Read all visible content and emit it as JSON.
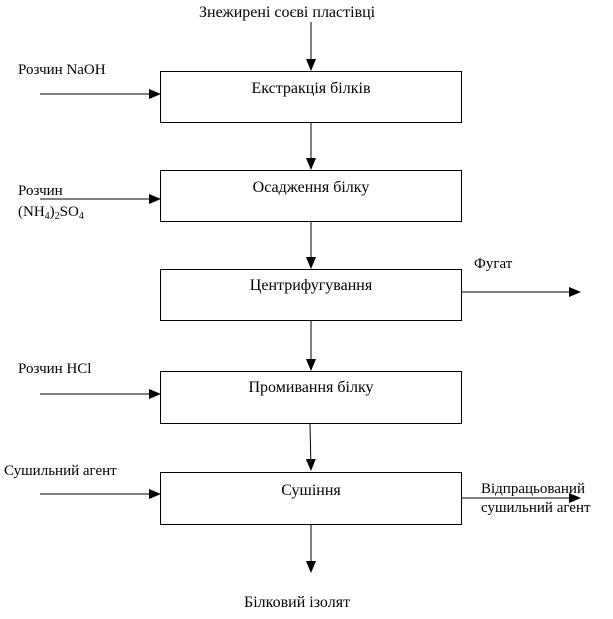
{
  "input_top": "Знежирені соєві пластівці",
  "output_bottom": "Білковий ізолят",
  "steps": [
    {
      "label": "Екстракція білків"
    },
    {
      "label": "Осадження білку"
    },
    {
      "label": "Центрифугування"
    },
    {
      "label": "Промивання білку"
    },
    {
      "label": "Сушіння"
    }
  ],
  "side_inputs": {
    "naoh": "Розчин NaOH",
    "ammonium_line1": "Розчин",
    "ammonium_nh": "(NH",
    "ammonium_sub4a": "4",
    "ammonium_mid": ")",
    "ammonium_sub2": "2",
    "ammonium_so": "SO",
    "ammonium_sub4b": "4",
    "hcl": "Розчин HCl",
    "drying_agent": "Сушильний агент"
  },
  "side_outputs": {
    "fugate": "Фугат",
    "spent_agent_line1": "Відпрацьований",
    "spent_agent_line2": "сушильний агент"
  }
}
